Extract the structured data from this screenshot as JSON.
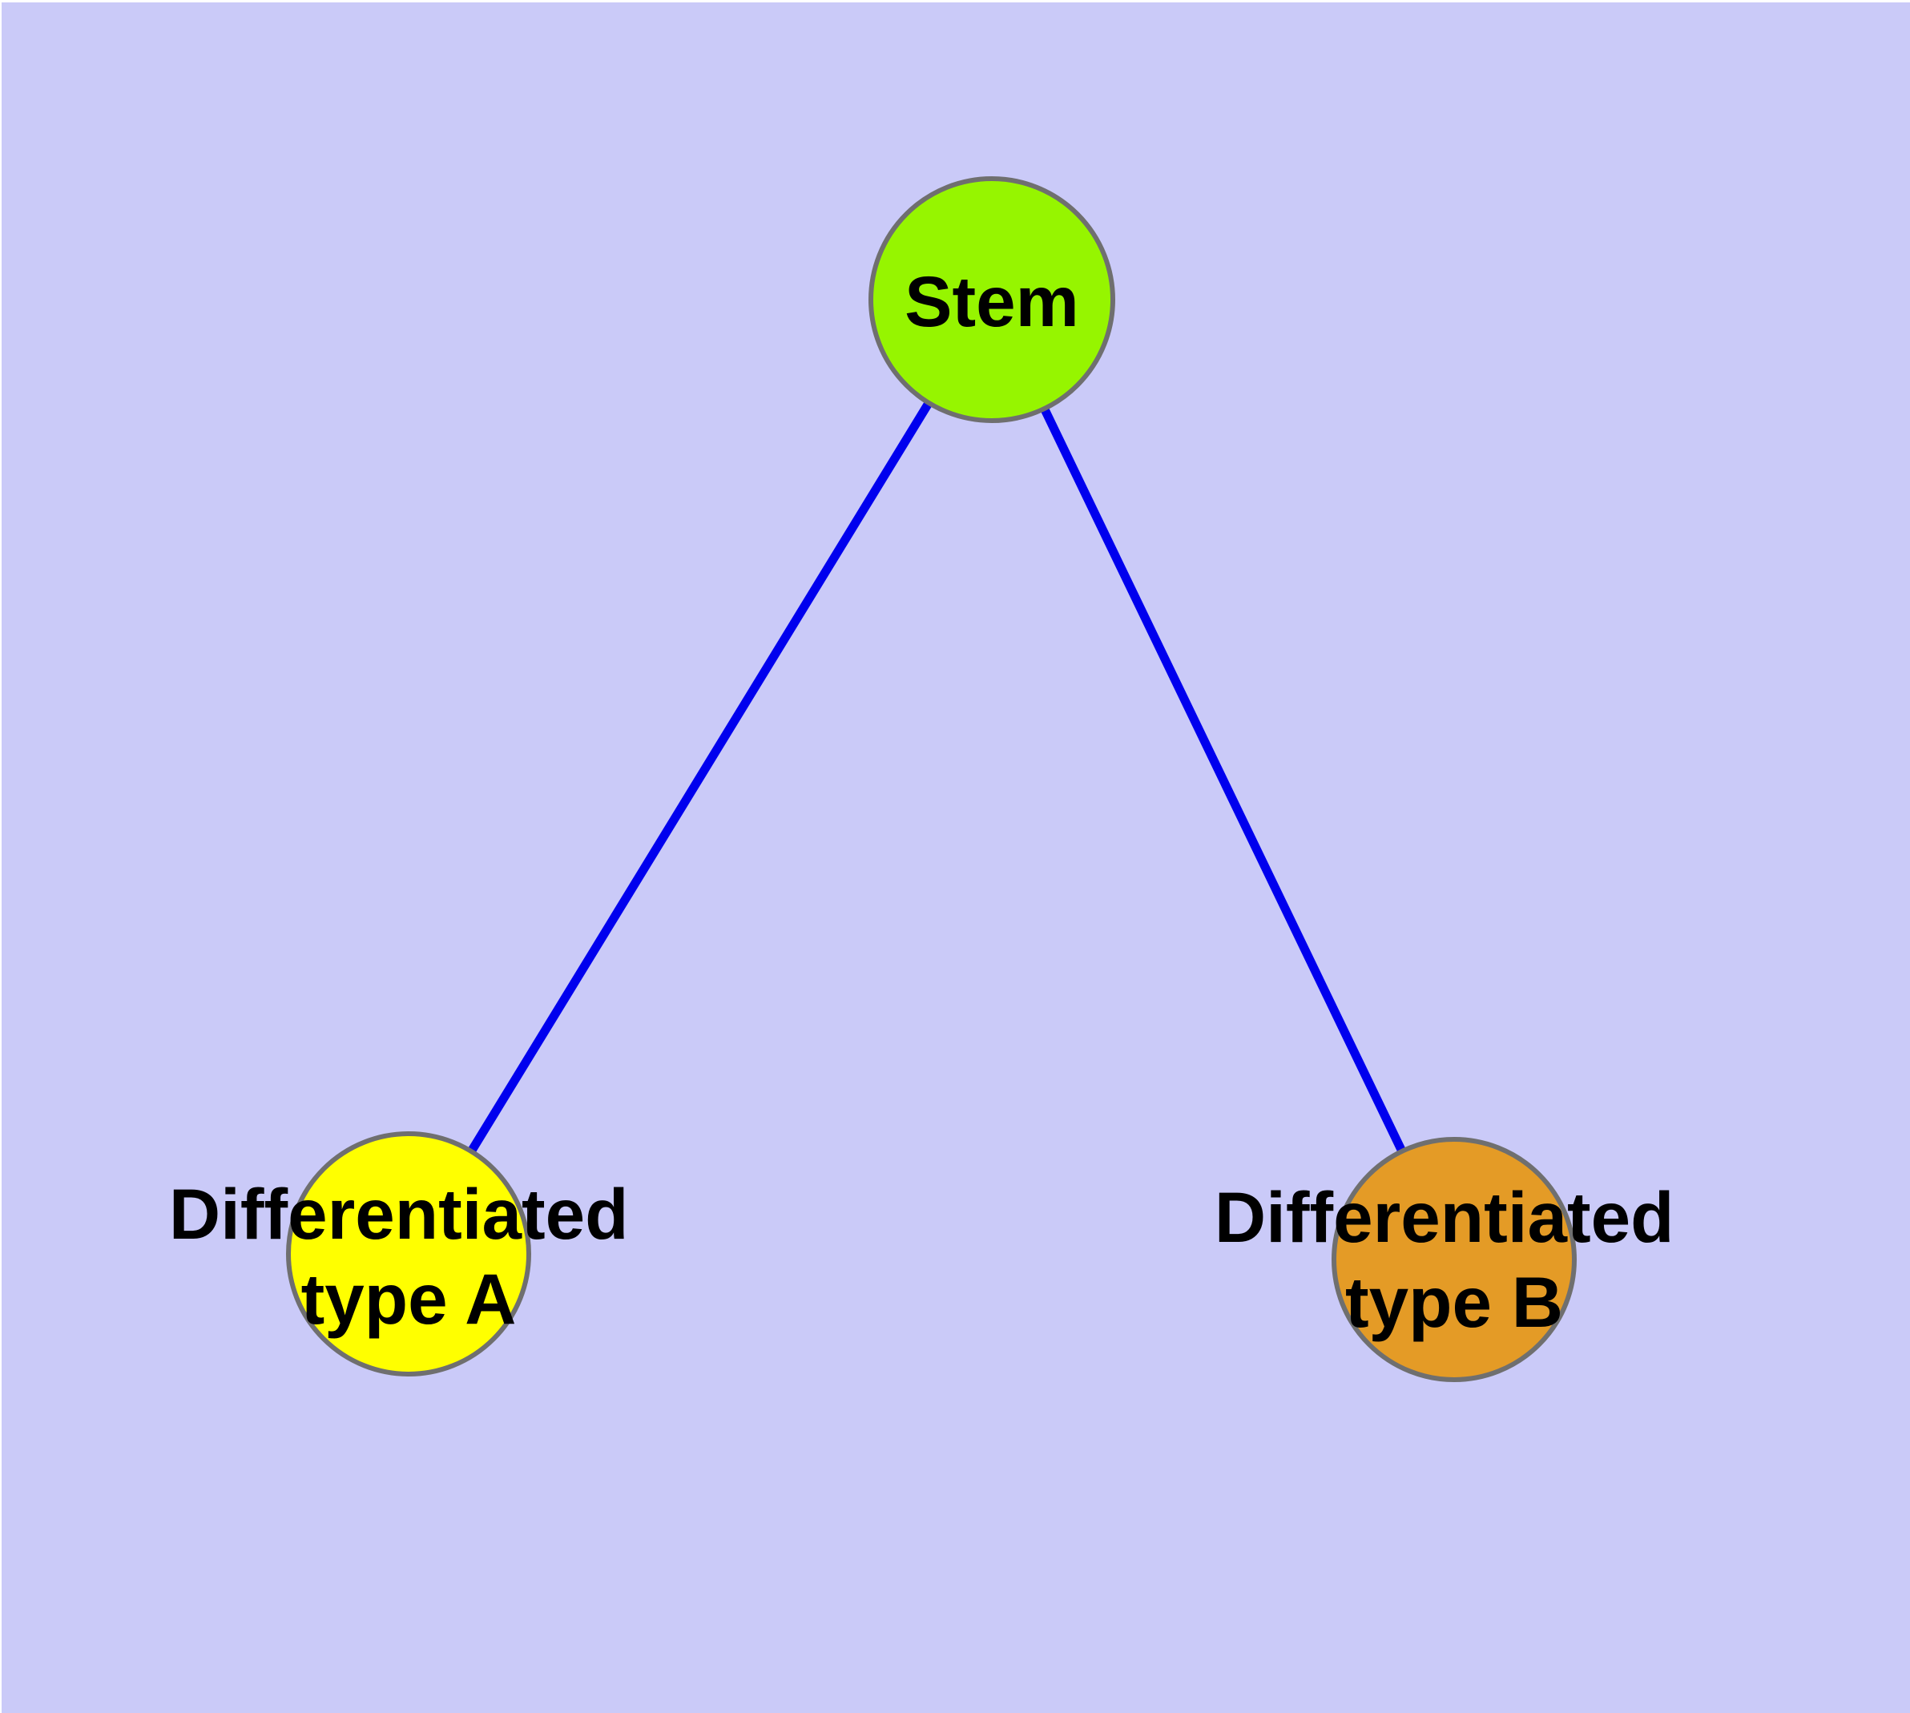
{
  "diagram": {
    "background_color": "#cacaf8",
    "top_margin_color": "#ffffff",
    "edge_color": "#0000ee",
    "node_border_color": "#6f6f6f",
    "label_color": "#000000",
    "nodes": [
      {
        "id": "stem",
        "label": "Stem",
        "fill": "#96f500"
      },
      {
        "id": "differentiated-type-a",
        "label": "Differentiated type A",
        "label_line1": "Differentiated",
        "label_line2": "type A",
        "fill": "#ffff00"
      },
      {
        "id": "differentiated-type-b",
        "label": "Differentiated type B",
        "label_line1": "Differentiated",
        "label_line2": "type B",
        "fill": "#e49b26"
      }
    ],
    "edges": [
      {
        "from": "Stem",
        "to": "Differentiated type A"
      },
      {
        "from": "Stem",
        "to": "Differentiated type B"
      }
    ]
  }
}
